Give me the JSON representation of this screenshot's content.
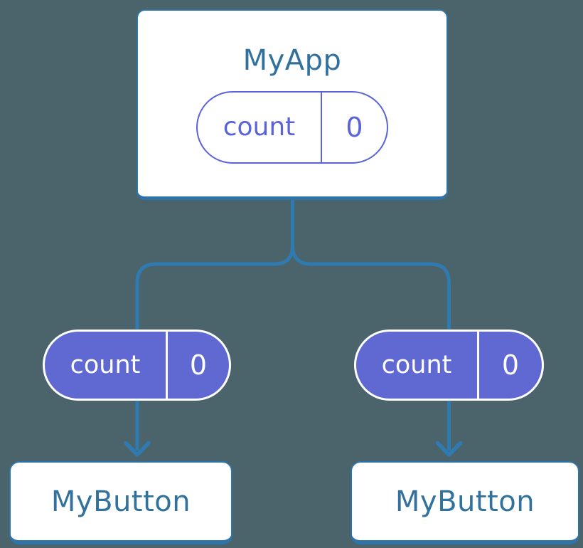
{
  "theme": {
    "colors": {
      "background": "#4B646C",
      "connector": "#2F7BB1",
      "node_border": "#2E74A9",
      "node_fill": "#FFFFFF",
      "node_text": "#33719D",
      "pill_fill": "#5F69D1",
      "pill_outline": "#5A64D8",
      "pill_text": "#FFFFFF"
    }
  },
  "diagram": {
    "type": "component-tree",
    "root": {
      "title": "MyApp",
      "state": {
        "name": "count",
        "value": "0"
      }
    },
    "children": [
      {
        "title": "MyButton",
        "prop": {
          "name": "count",
          "value": "0"
        }
      },
      {
        "title": "MyButton",
        "prop": {
          "name": "count",
          "value": "0"
        }
      }
    ]
  }
}
